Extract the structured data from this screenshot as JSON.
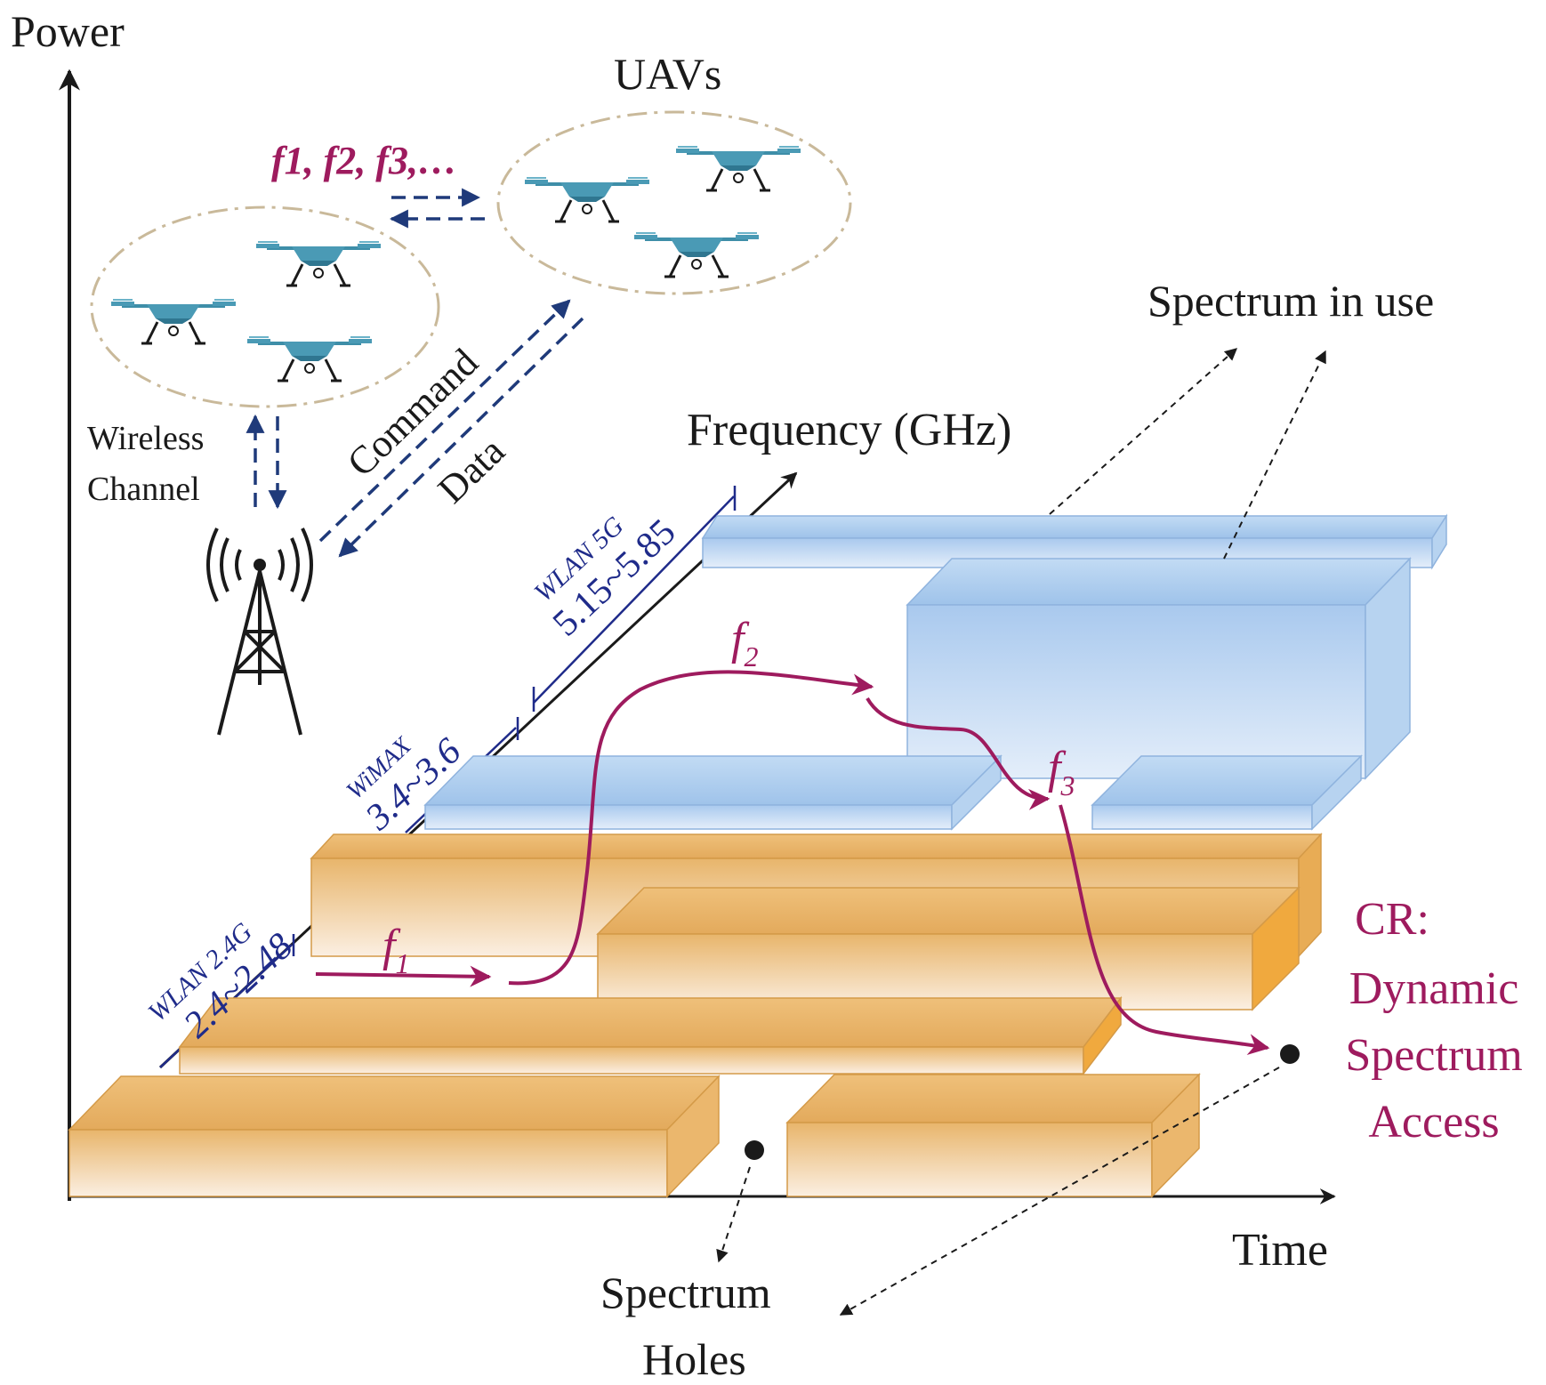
{
  "labels": {
    "power": "Power",
    "time": "Time",
    "frequency": "Frequency (GHz)",
    "uavs": "UAVs",
    "freq_list": "f1, f2, f3,…",
    "wireless": "Wireless",
    "channel": "Channel",
    "command": "Command",
    "data": "Data",
    "spectrum_in_use": "Spectrum in use",
    "spectrum": "Spectrum",
    "holes": "Holes",
    "cr_line1": "CR:",
    "cr_line2": "Dynamic",
    "cr_line3": "Spectrum",
    "cr_line4": "Access"
  },
  "bands": [
    {
      "name": "WLAN 2.4G",
      "range": "2.4~2.48"
    },
    {
      "name": "WiMAX",
      "range": "3.4~3.6"
    },
    {
      "name": "WLAN 5G",
      "range": "5.15~5.85"
    }
  ],
  "hops": [
    {
      "sym": "f",
      "sub": "1"
    },
    {
      "sym": "f",
      "sub": "2"
    },
    {
      "sym": "f",
      "sub": "3"
    }
  ],
  "colors": {
    "orange_band": "#ebb86a",
    "blue_band": "#aecdee",
    "hop_path": "#9e1b5e",
    "band_label": "#1f2b8a",
    "link": "#1f3a7a",
    "uav": "#4a9ab5",
    "cluster": "#c9b99a"
  }
}
